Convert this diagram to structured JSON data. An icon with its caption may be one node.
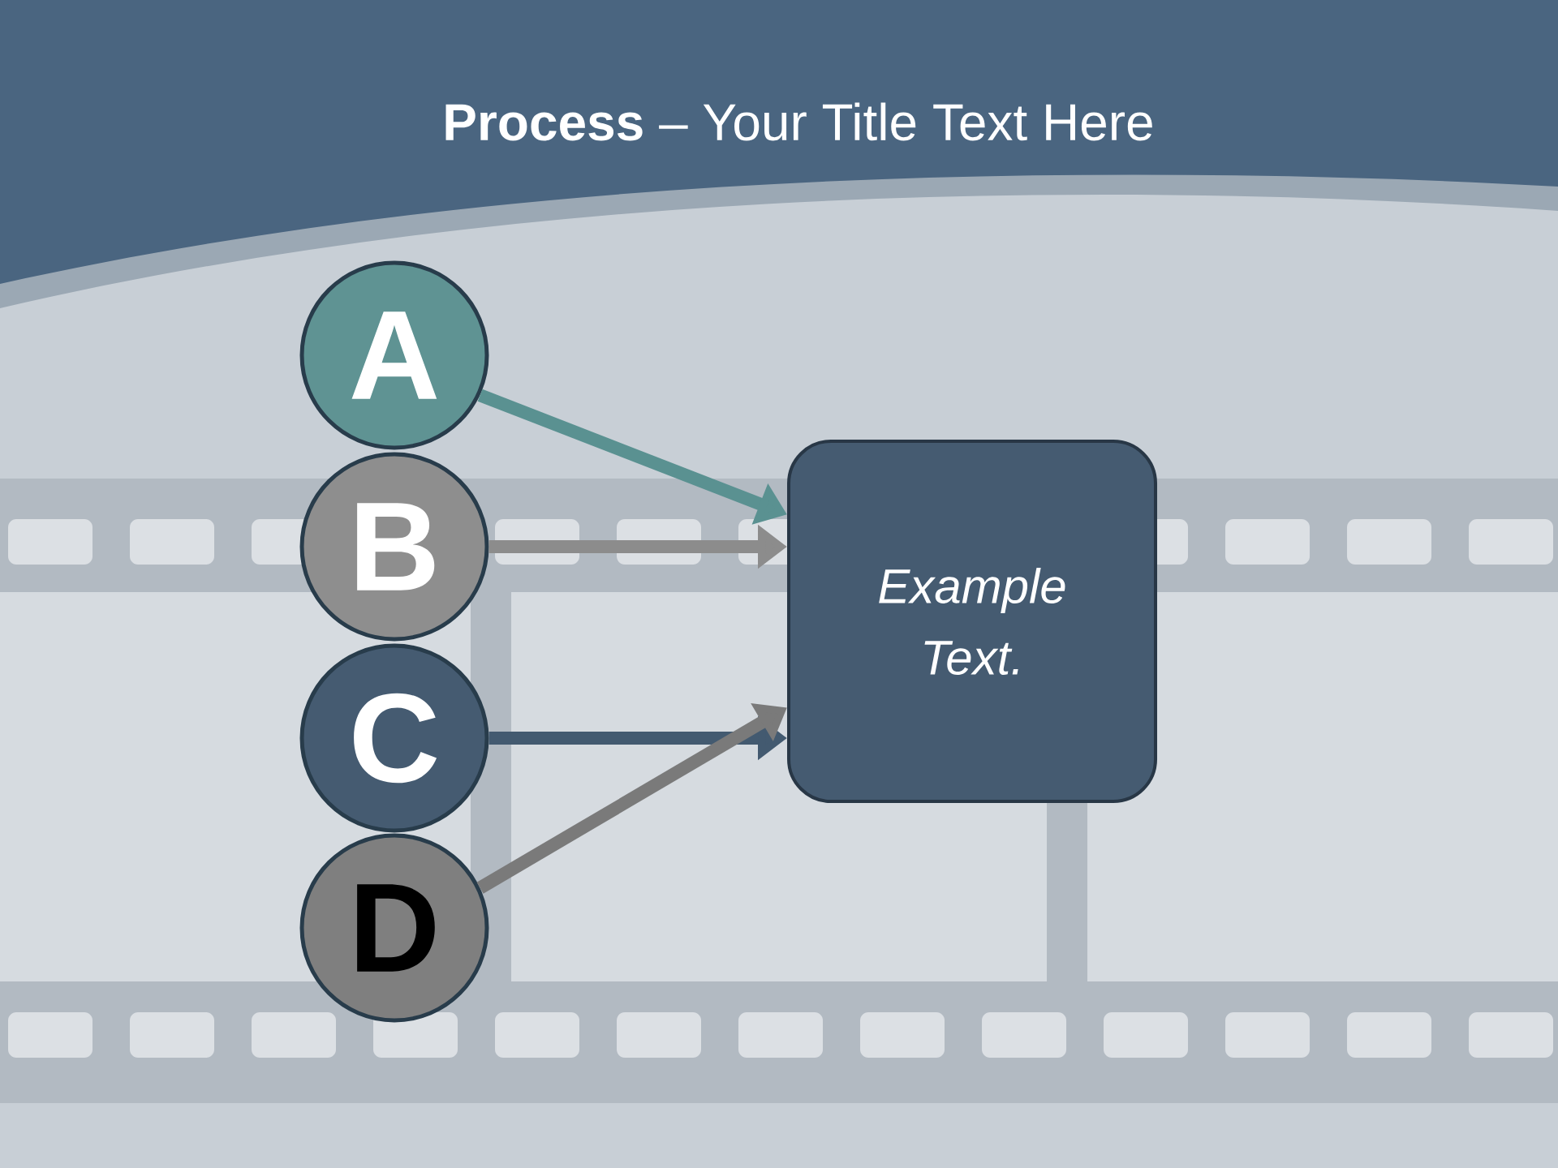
{
  "diagram": {
    "title": "**Process** – Your Title Text Here",
    "nodes": [
      {
        "text": [
          "A"
        ]
      },
      {
        "text": [
          "B"
        ]
      },
      {
        "text": [
          "C"
        ]
      },
      {
        "text": [
          "D"
        ]
      },
      {
        "text": [
          "Example Text."
        ]
      }
    ],
    "edges": [
      {
        "from": 0,
        "to": 4,
        "arrow": "to",
        "color": "#5a9191"
      },
      {
        "from": 1,
        "to": 4,
        "arrow": "to",
        "color": "#8c8c8c"
      },
      {
        "from": 2,
        "to": 4,
        "arrow": "to",
        "color": "#435a70"
      },
      {
        "from": 3,
        "to": 4,
        "arrow": "to",
        "color": "#7a7a7a"
      }
    ]
  }
}
